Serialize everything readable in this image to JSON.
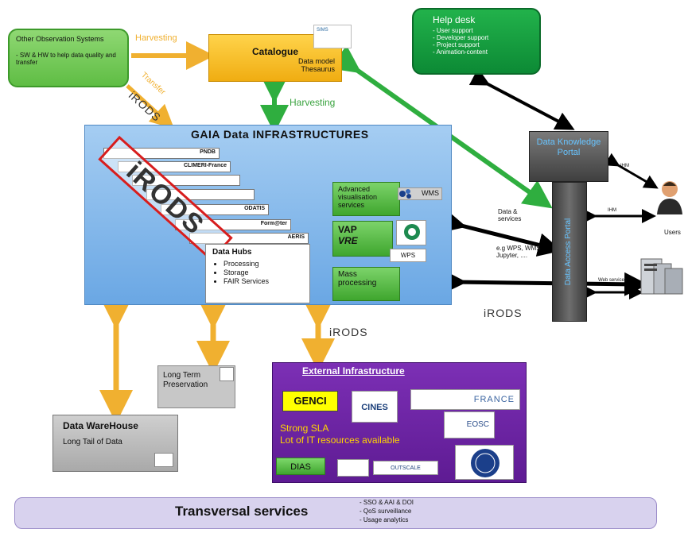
{
  "other_obs": {
    "title": "Other Observation Systems",
    "desc": "- SW & HW to help data quality and transfer"
  },
  "harvesting_top": "Harvesting",
  "transfer": "Transfer",
  "irods_left": "iRODS",
  "catalogue": {
    "title": "Catalogue",
    "sub1": "Data model",
    "sub2": "Thesaurus",
    "logo": "SIMS"
  },
  "harvesting_mid": "Harvesting",
  "helpdesk": {
    "title": "Help desk",
    "items": [
      "- User support",
      "- Developer support",
      "- Project support",
      "- Animation-content"
    ]
  },
  "gaia": {
    "title": "GAIA Data INFRASTRUCTURES"
  },
  "stack_labels": [
    "PNDB",
    "CLIMERI-France",
    "",
    "",
    "ODATIS",
    "Form@ter",
    "AERIS"
  ],
  "irods_big": "iRODS",
  "datahubs": {
    "title": "Data Hubs",
    "items": [
      "Processing",
      "Storage",
      "FAIR Services"
    ]
  },
  "advanced": "Advanced visualisation services",
  "wms": "WMS",
  "vap": {
    "l1": "VAP",
    "l2": "VRE"
  },
  "wps": "WPS",
  "mass": "Mass processing",
  "dkp": "Data Knowledge Portal",
  "dap": "Data Access Portal",
  "flows": {
    "data_services": "Data & services",
    "eg": "e.g WPS, WMS Jupyter, ....",
    "irods_right": "iRODS",
    "ihm1": "IHM",
    "ihm2": "IHM",
    "web_services": "Web services",
    "users": "Users"
  },
  "irods_bottom": "iRODS",
  "ltp": "Long Term Preservation",
  "dwh": {
    "title": "Data WareHouse",
    "sub": "Long Tail of Data"
  },
  "external": {
    "title": "External Infrastructure",
    "genci": "GENCI",
    "cines": "CINES",
    "france": "FRANCE",
    "sla1": "Strong SLA",
    "sla2": "Lot of IT resources available",
    "eosc": "EOSC",
    "dias": "DIAS",
    "outscale": "OUTSCALE"
  },
  "transversal": {
    "title": "Transversal services",
    "items": [
      "- SSO & AAI & DOI",
      "- QoS surveillance",
      "- Usage analytics"
    ]
  },
  "colors": {
    "green_arrow": "#3aa33f",
    "orange_arrow": "#f0b030",
    "black_arrow": "#000000",
    "frame_red": "#d71d1d"
  }
}
